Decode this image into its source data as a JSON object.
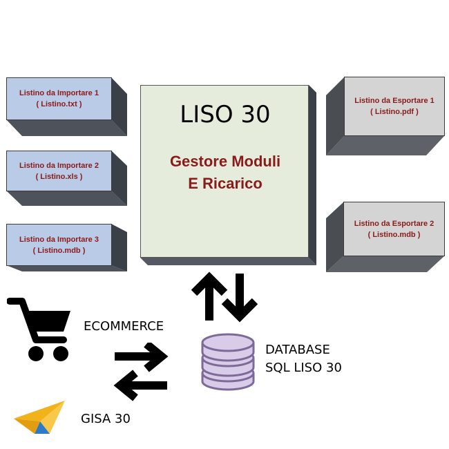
{
  "main": {
    "title": "LISO 30",
    "subtitle_line1": "Gestore Moduli",
    "subtitle_line2": "E Ricarico"
  },
  "imports": [
    {
      "line1": "Listino da Importare 1",
      "line2": "( Listino.txt )"
    },
    {
      "line1": "Listino da Importare 2",
      "line2": "( Listino.xls )"
    },
    {
      "line1": "Listino da Importare 3",
      "line2": "( Listino.mdb )"
    }
  ],
  "exports": [
    {
      "line1": "Listino da Esportare 1",
      "line2": "( Listino.pdf )"
    },
    {
      "line1": "Listino da Esportare 2",
      "line2": "( Listino.mdb )"
    }
  ],
  "ecommerce": {
    "label": "ECOMMERCE",
    "icon": "shopping-cart-icon"
  },
  "database": {
    "line1": "DATABASE",
    "line2": "SQL LISO 30",
    "icon": "database-icon"
  },
  "gisa": {
    "label": "GISA 30",
    "icon": "paper-plane-icon"
  },
  "colors": {
    "import_box": "#b9cbe6",
    "export_box": "#d4d4d4",
    "main_box": "#e6ecdc",
    "box_text": "#8b1a1a",
    "database": "#d8cce8",
    "plane": "#f2b21a"
  }
}
